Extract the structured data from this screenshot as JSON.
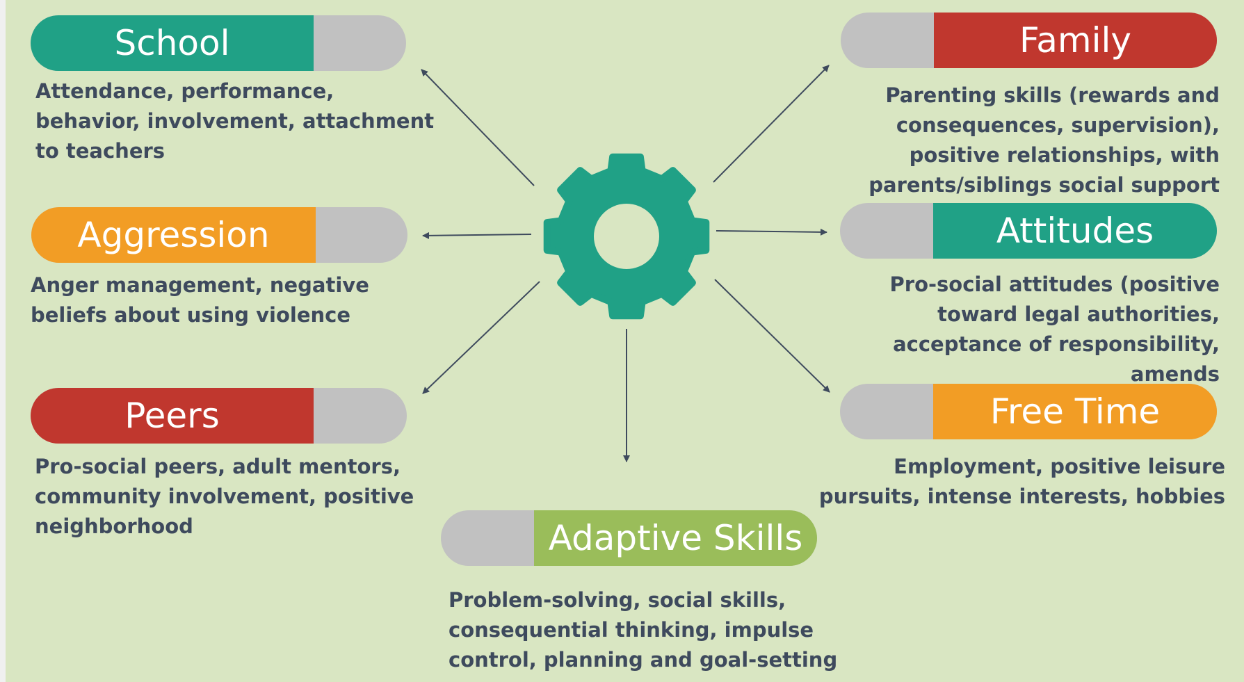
{
  "colors": {
    "background": "#d9e6c2",
    "teal": "#20a186",
    "red": "#c0372e",
    "orange": "#f29d25",
    "green": "#9abd5a",
    "gray": "#c1c1c1",
    "text": "#3e4a5d",
    "arrow": "#3e4a5d"
  },
  "center_icon": "gear-icon",
  "domains": [
    {
      "id": "school",
      "title": "School",
      "color": "#20a186",
      "lines": [
        "Attendance, performance,",
        "behavior, involvement, attachment",
        "to teachers"
      ]
    },
    {
      "id": "family",
      "title": "Family",
      "color": "#c0372e",
      "lines": [
        "Parenting skills (rewards and",
        "consequences, supervision),",
        "positive relationships, with",
        "parents/siblings  social support"
      ]
    },
    {
      "id": "aggression",
      "title": "Aggression",
      "color": "#f29d25",
      "lines": [
        "Anger management, negative",
        "beliefs about using violence"
      ]
    },
    {
      "id": "attitudes",
      "title": "Attitudes",
      "color": "#20a186",
      "lines": [
        "Pro-social attitudes (positive",
        "toward legal authorities,",
        "acceptance of responsibility,",
        "amends"
      ]
    },
    {
      "id": "peers",
      "title": "Peers",
      "color": "#c0372e",
      "lines": [
        "Pro-social peers, adult mentors,",
        "community involvement, positive",
        "neighborhood"
      ]
    },
    {
      "id": "free-time",
      "title": "Free Time",
      "color": "#f29d25",
      "lines": [
        "Employment, positive leisure",
        "pursuits, intense interests, hobbies"
      ]
    },
    {
      "id": "adaptive-skills",
      "title": "Adaptive Skills",
      "color": "#9abd5a",
      "lines": [
        "Problem-solving, social skills,",
        "consequential thinking, impulse",
        "control, planning and goal-setting"
      ]
    }
  ]
}
